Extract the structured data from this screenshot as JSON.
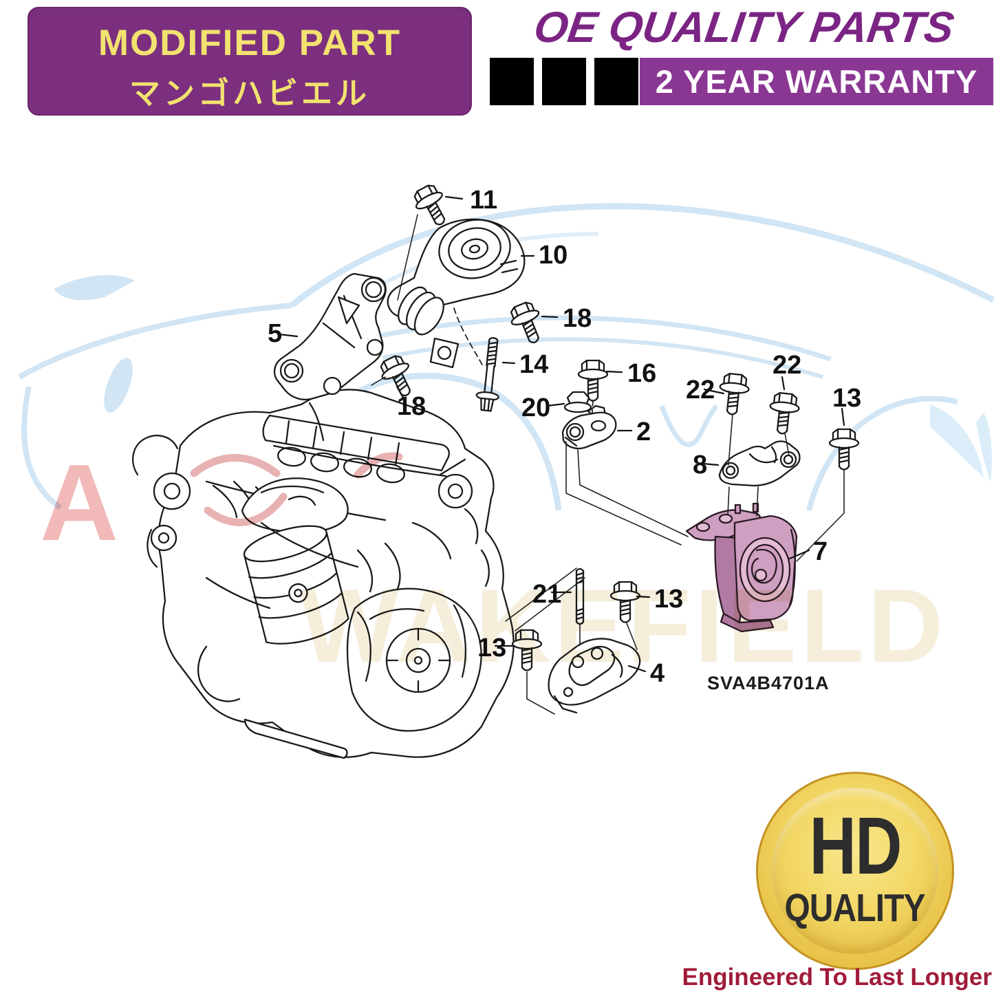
{
  "banner": {
    "line1": "MODIFIED PART",
    "line2": "マンゴハビエル",
    "bg_color": "#7c2f7e",
    "text_color": "#f2e26f"
  },
  "header": {
    "title": "OE QUALITY PARTS",
    "title_color": "#7b2484",
    "warranty_text": "2 YEAR WARRANTY",
    "warranty_bg_color": "#8a3794",
    "warranty_text_color": "#ffffff",
    "squares_count": 3,
    "squares_color": "#000000"
  },
  "diagram": {
    "part_code": "SVA4B4701A",
    "highlight_color": "#cf9fc1",
    "callouts": [
      {
        "id": "bolt-upper",
        "label": "11"
      },
      {
        "id": "torque-rod-mount",
        "label": "10"
      },
      {
        "id": "bolt-18-upper",
        "label": "18"
      },
      {
        "id": "bracket",
        "label": "5"
      },
      {
        "id": "bolt-18-lower",
        "label": "18"
      },
      {
        "id": "long-bolt",
        "label": "14"
      },
      {
        "id": "bolt-16",
        "label": "16"
      },
      {
        "id": "nut",
        "label": "20"
      },
      {
        "id": "stay-bracket",
        "label": "2"
      },
      {
        "id": "bolt-22-left",
        "label": "22"
      },
      {
        "id": "bolt-22-top",
        "label": "22"
      },
      {
        "id": "bolt-13-right",
        "label": "13"
      },
      {
        "id": "upper-bracket",
        "label": "8"
      },
      {
        "id": "engine-mount-highlighted",
        "label": "7"
      },
      {
        "id": "stud",
        "label": "21"
      },
      {
        "id": "bolt-13-mid",
        "label": "13"
      },
      {
        "id": "bolt-13-left",
        "label": "13"
      },
      {
        "id": "lower-bracket",
        "label": "4"
      }
    ]
  },
  "watermarks": {
    "car_outline_color": "#cfe4f4",
    "red_letter": "A",
    "band_text": "WAKEFIELD",
    "band_color": "#f5eedb",
    "red_color": "#f2b9b9"
  },
  "badge": {
    "line1": "HD",
    "line2": "QUALITY",
    "gold_color": "#e7c247",
    "text_color": "#2d2d2d"
  },
  "footer": {
    "text": "Engineered To Last Longer",
    "color": "#a01b39"
  }
}
